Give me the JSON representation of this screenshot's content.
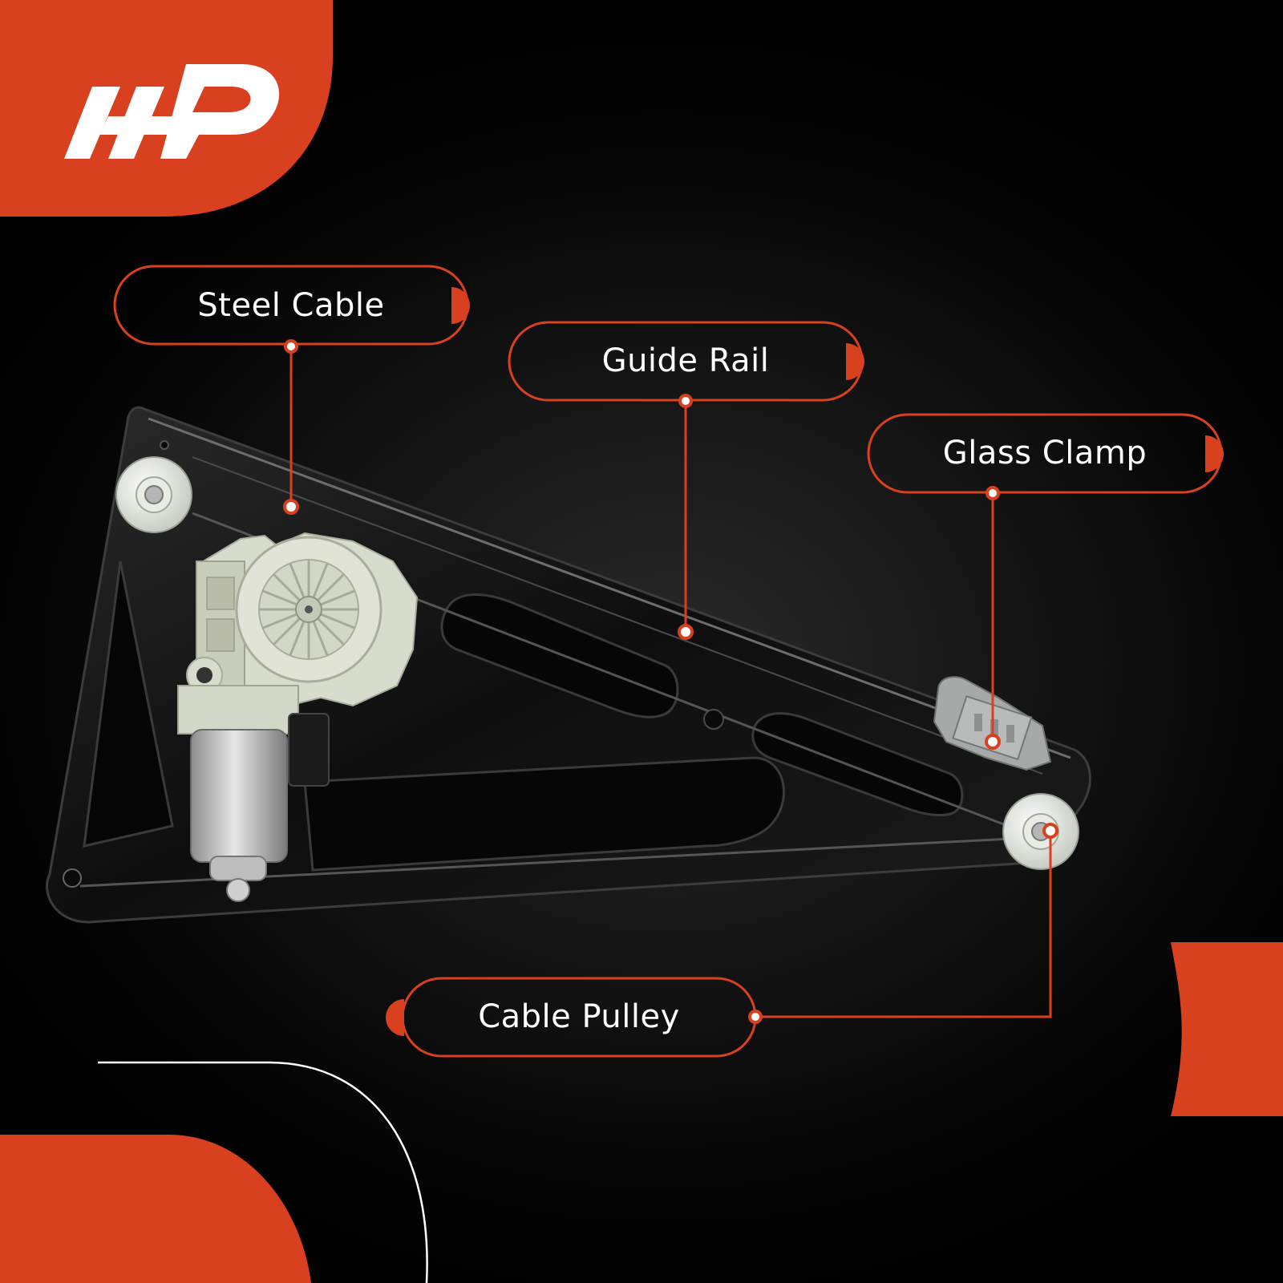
{
  "brand": {
    "logo": "A-P-logo",
    "accent_color": "#d9401f",
    "background_color": "#000000",
    "line_color": "#ffffff"
  },
  "callouts": [
    {
      "id": "steel-cable",
      "label": "Steel Cable",
      "marker": "half-circle-right"
    },
    {
      "id": "guide-rail",
      "label": "Guide Rail",
      "marker": "half-circle-right"
    },
    {
      "id": "glass-clamp",
      "label": "Glass Clamp",
      "marker": "half-circle-right"
    },
    {
      "id": "cable-pulley",
      "label": "Cable Pulley",
      "marker": "half-circle-left"
    }
  ],
  "product": {
    "name": "window-regulator-with-motor",
    "parts": [
      "regulator-frame",
      "drive-motor",
      "top-pulley",
      "bottom-pulley",
      "glass-clamp-bracket"
    ]
  }
}
